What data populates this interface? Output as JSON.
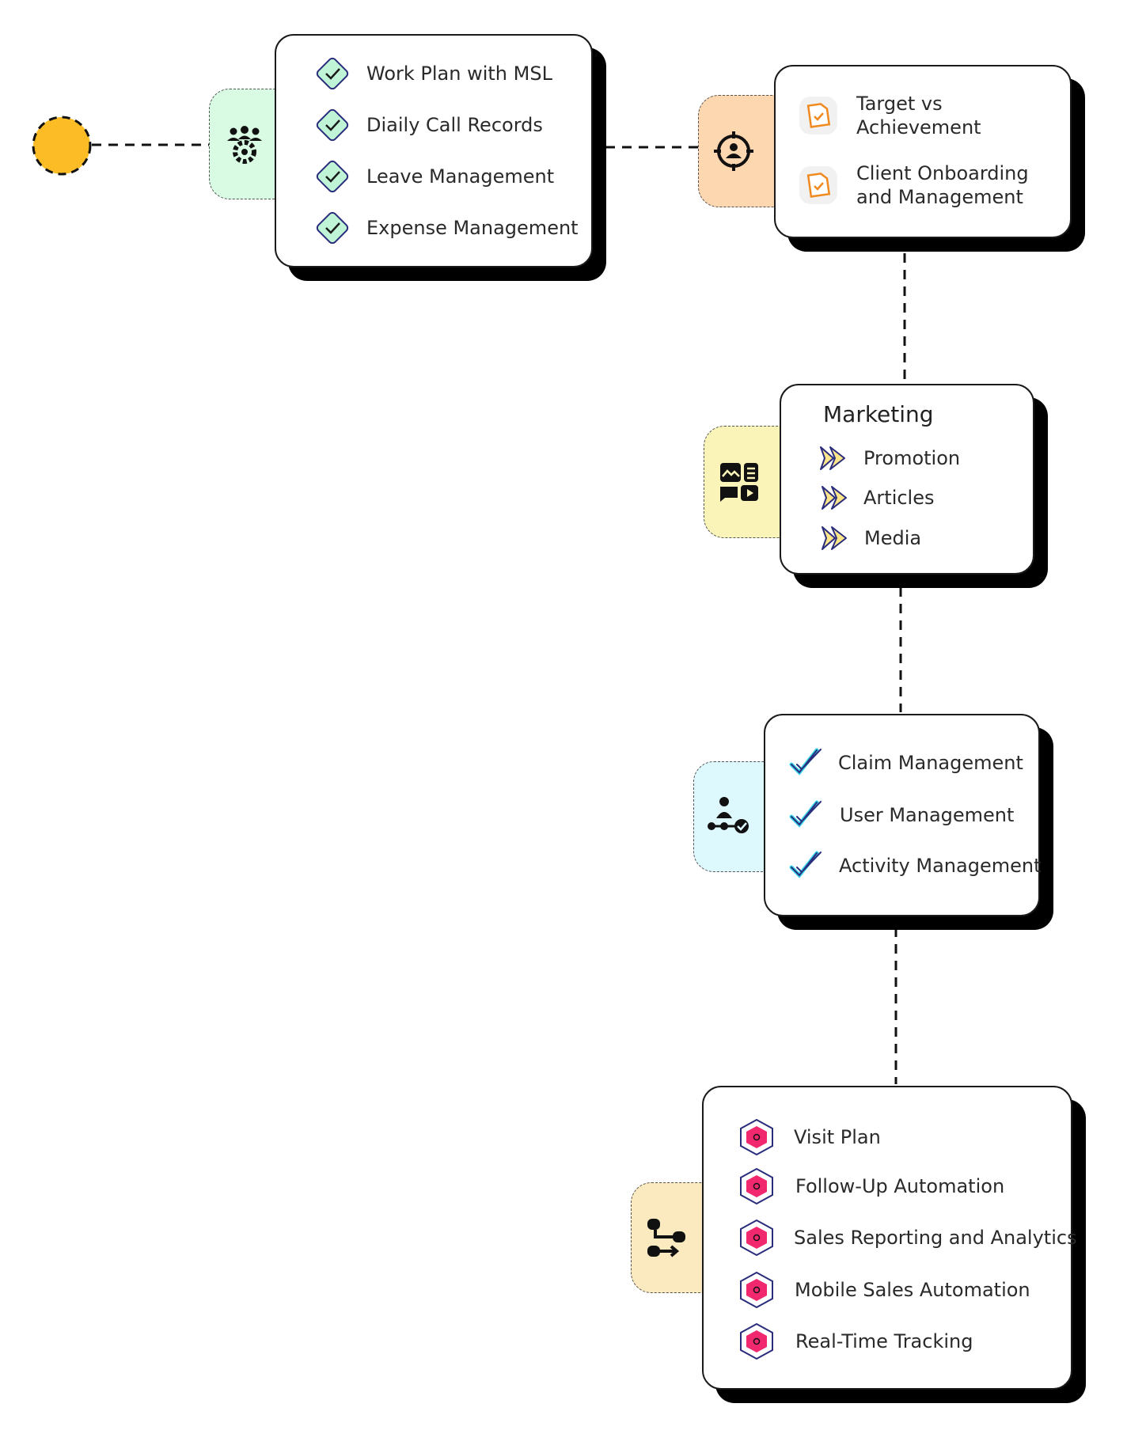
{
  "colors": {
    "start_dot": "#fbbc25",
    "tab_green": "#d9fbe4",
    "tab_orange": "#fdd7b0",
    "tab_yellow": "#fbf4b9",
    "tab_cyan": "#ddf9fd",
    "tab_sand": "#fbe9bf",
    "check_fill": "#bff5d6",
    "check_stroke": "#2a2d7c",
    "doc_accent": "#f08a1f",
    "arrow_fill": "#fde68a",
    "tick_cyan": "#3ad6ea",
    "hex_fill": "#f2286f"
  },
  "card1": {
    "icon": "team-gear-icon",
    "items": [
      {
        "label": "Work Plan with MSL"
      },
      {
        "label": "Diaily Call Records"
      },
      {
        "label": "Leave Management"
      },
      {
        "label": "Expense Management"
      }
    ]
  },
  "card2": {
    "icon": "target-person-icon",
    "items": [
      {
        "label": "Target vs Achievement"
      },
      {
        "label": "Client Onboarding and Management"
      }
    ]
  },
  "card3": {
    "icon": "media-dashboard-icon",
    "heading": "Marketing",
    "items": [
      {
        "label": "Promotion"
      },
      {
        "label": "Articles"
      },
      {
        "label": "Media"
      }
    ]
  },
  "card4": {
    "icon": "user-workflow-check-icon",
    "items": [
      {
        "label": "Claim Management"
      },
      {
        "label": "User Management"
      },
      {
        "label": "Activity Management"
      }
    ]
  },
  "card5": {
    "icon": "flow-route-icon",
    "items": [
      {
        "label": "Visit Plan"
      },
      {
        "label": "Follow-Up Automation"
      },
      {
        "label": "Sales Reporting and Analytics"
      },
      {
        "label": "Mobile Sales Automation"
      },
      {
        "label": "Real-Time Tracking"
      }
    ]
  }
}
